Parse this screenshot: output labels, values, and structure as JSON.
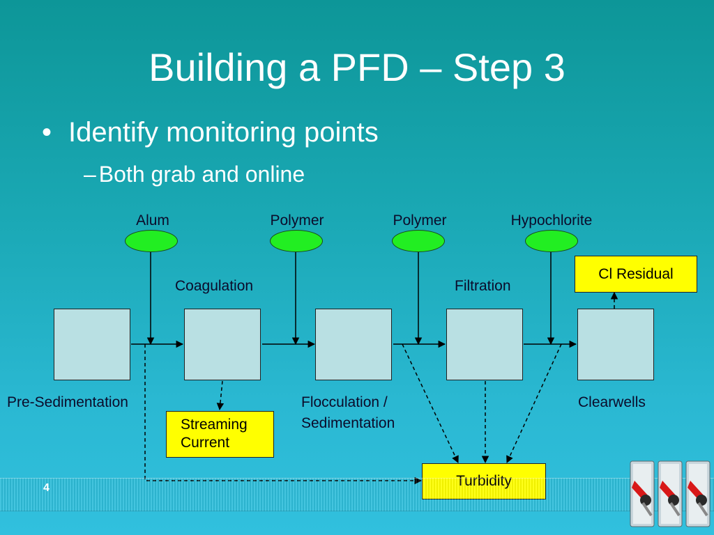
{
  "slide": {
    "title": "Building a PFD – Step 3",
    "bullet": "Identify monitoring points",
    "bullet_glyph": "•",
    "sub_bullet": "Both grab and online",
    "sub_bullet_glyph": "–",
    "page_number": "4"
  },
  "diagram": {
    "chemicals": [
      "Alum",
      "Polymer",
      "Polymer",
      "Hypochlorite"
    ],
    "process_labels": {
      "pre_sedimentation": "Pre-Sedimentation",
      "coagulation": "Coagulation",
      "flocculation_line1": "Flocculation /",
      "flocculation_line2": "Sedimentation",
      "filtration": "Filtration",
      "clearwells": "Clearwells"
    },
    "monitors": {
      "cl_residual": "Cl Residual",
      "streaming_line1": "Streaming",
      "streaming_line2": "Current",
      "turbidity": "Turbidity"
    },
    "colors": {
      "chemical_fill": "#22ee22",
      "unit_fill": "#b9e0e3",
      "monitor_fill": "#ffff00",
      "background_top": "#0d9698",
      "background_bottom": "#31c0de"
    }
  }
}
